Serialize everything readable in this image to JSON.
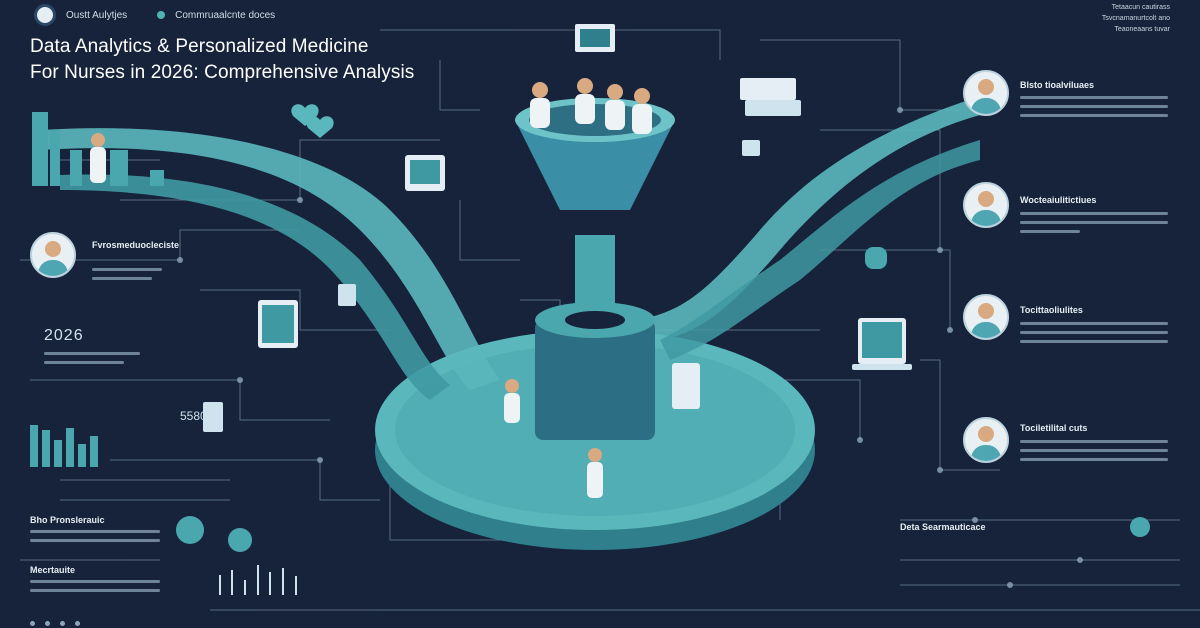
{
  "header": {
    "brand": "Oustt Aulytjes",
    "nav_item": "Commruaalcnte doces",
    "title_line1": "Data Analytics & Personalized Medicine",
    "title_line2": "For Nurses in 2026: Comprehensive Analysis"
  },
  "top_right": {
    "line1": "Tetaacun cautirass",
    "line2": "Tsvcnamanurtcolt ano",
    "line3": "Teaoneaans tuvar"
  },
  "left_panel": {
    "profile_heading": "Fvrosmeduocleciste",
    "year": "2026",
    "stat": "5580",
    "bottom_heading": "Bho Pronslerauic",
    "bottom_heading2": "Mecrtauite"
  },
  "right_panel": {
    "items": [
      {
        "heading": "Blsto tioalviluaes"
      },
      {
        "heading": "Wocteaiulitictiues"
      },
      {
        "heading": "Tocittaoliulites"
      },
      {
        "heading": "Tociletilital cuts"
      }
    ],
    "bottom_heading": "Deta Searmauticace"
  },
  "colors": {
    "background": "#16233a",
    "teal": "#4fb3b3",
    "teal_dark": "#2f7f8c",
    "stroke": "#8fa6ba"
  },
  "icons": [
    "heart-icon",
    "heart-icon",
    "funnel-icon",
    "nurse-icon",
    "laptop-icon",
    "monitor-icon"
  ]
}
